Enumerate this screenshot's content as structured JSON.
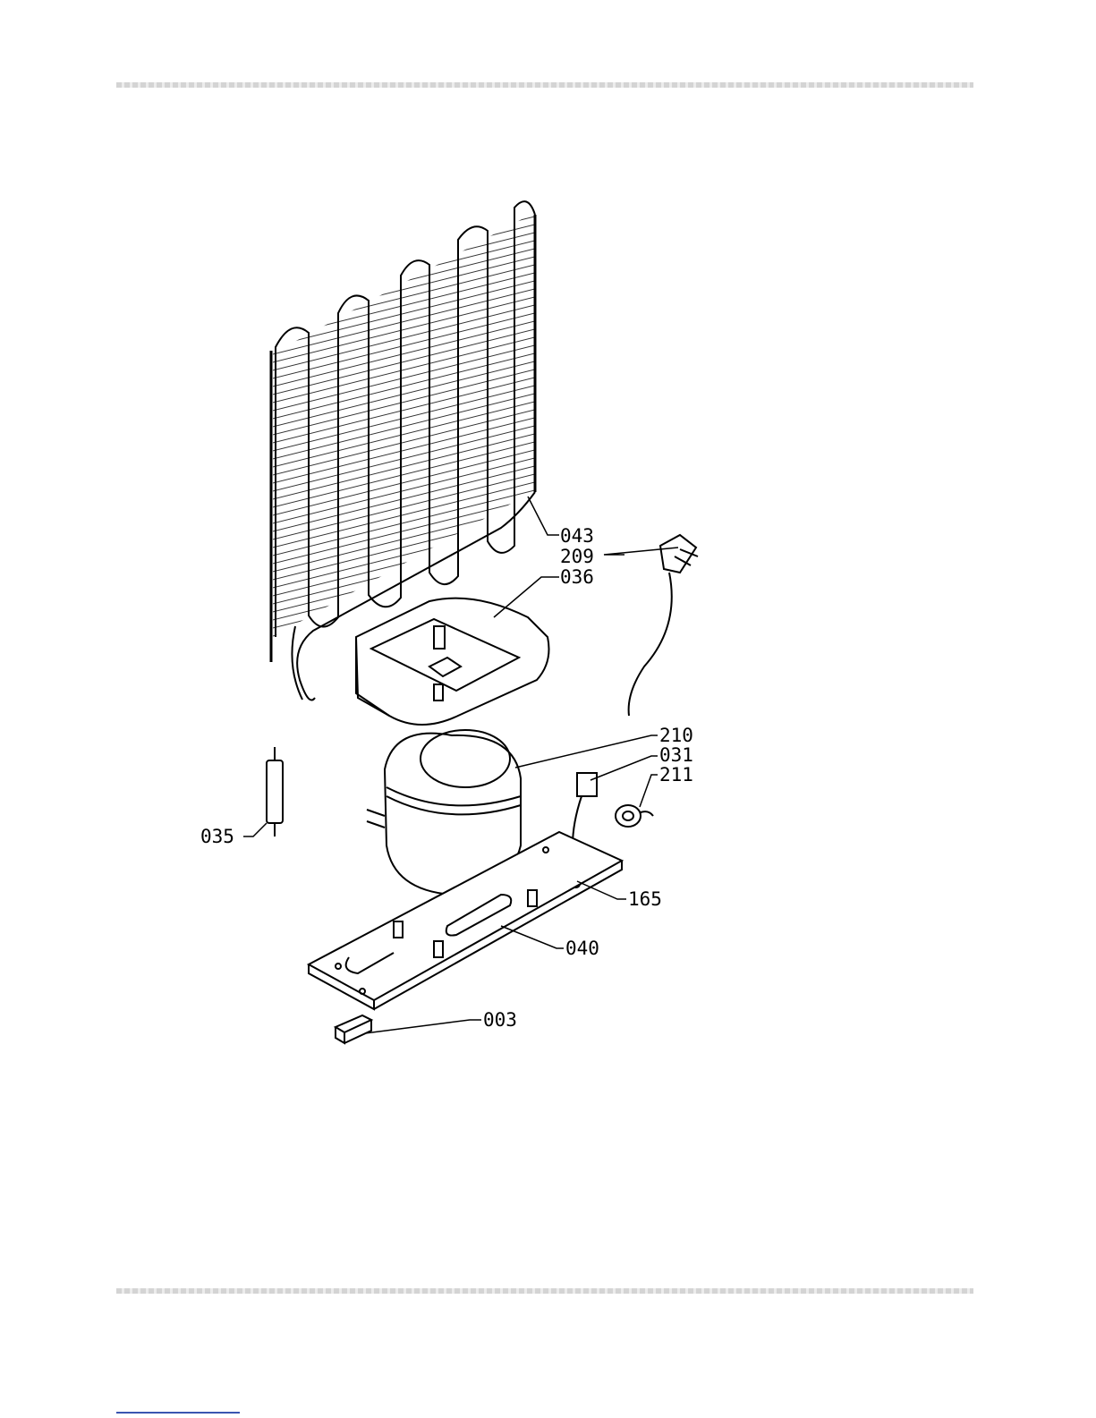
{
  "parts": [
    {
      "id": "condenser",
      "label": "043"
    },
    {
      "id": "power-plug",
      "label": "209"
    },
    {
      "id": "compressor-tray",
      "label": "036"
    },
    {
      "id": "compressor",
      "label": "210"
    },
    {
      "id": "relay",
      "label": "031"
    },
    {
      "id": "overload-protector",
      "label": "211"
    },
    {
      "id": "dryer-filter",
      "label": "035"
    },
    {
      "id": "capacitor",
      "label": "165"
    },
    {
      "id": "base-plate",
      "label": "040"
    },
    {
      "id": "terminal-block",
      "label": "003"
    }
  ]
}
